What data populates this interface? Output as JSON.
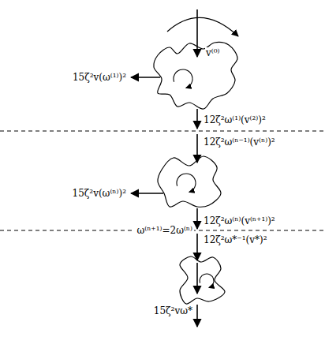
{
  "diagram": {
    "nodes": [
      {
        "text": [
          "v⁽⁰⁾"
        ]
      }
    ],
    "labels": [
      "15ζ²v(ω⁽¹⁾)²",
      "12ζ²ω⁽¹⁾(v⁽²⁾)²",
      "12ζ²ω⁽ⁿ⁻¹⁾(v⁽ⁿ⁾)²",
      "15ζ²v(ω⁽ⁿ⁾)²",
      "12ζ²ω⁽ⁿ⁾(v⁽ⁿ⁺¹⁾)²",
      "ω⁽ⁿ⁺¹⁾=2ω⁽ⁿ⁾",
      "12ζ²ω*⁻¹(v*)²",
      "15ζ²vω*"
    ]
  }
}
